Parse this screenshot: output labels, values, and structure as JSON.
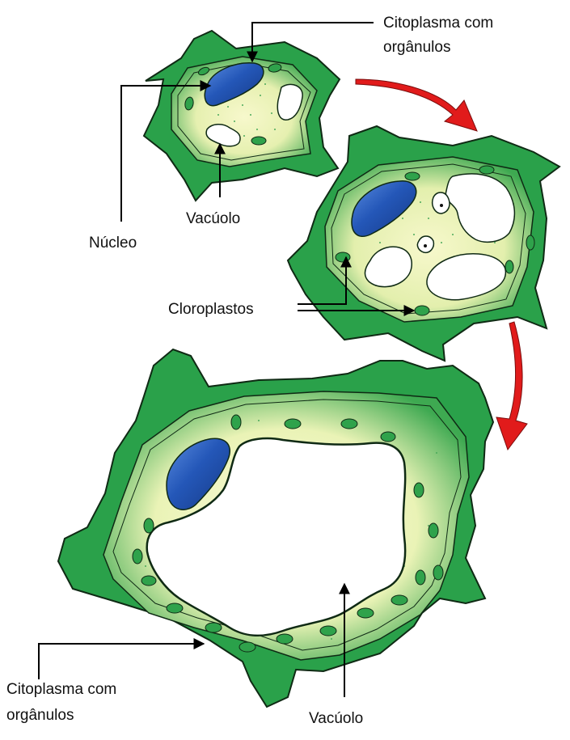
{
  "colors": {
    "cell_wall": "#2aa14a",
    "cell_wall_outline": "#0f2a14",
    "cytoplasm_outer": "#3ea951",
    "cytoplasm_inner": "#f6f7c8",
    "nucleus": "#1f4fae",
    "nucleus_highlight": "#4f80d8",
    "chloroplast": "#2fa24b",
    "vacuole": "#ffffff",
    "arrow": "#e11b1b",
    "leader_line": "#000000"
  },
  "labels": {
    "top_cytoplasm_line1": "Citoplasma com",
    "top_cytoplasm_line2": "orgânulos",
    "nucleus": "Núcleo",
    "top_vacuole": "Vacúolo",
    "chloroplasts": "Cloroplastos",
    "bottom_cytoplasm_line1": "Citoplasma com",
    "bottom_cytoplasm_line2": "orgânulos",
    "bottom_vacuole": "Vacúolo"
  }
}
